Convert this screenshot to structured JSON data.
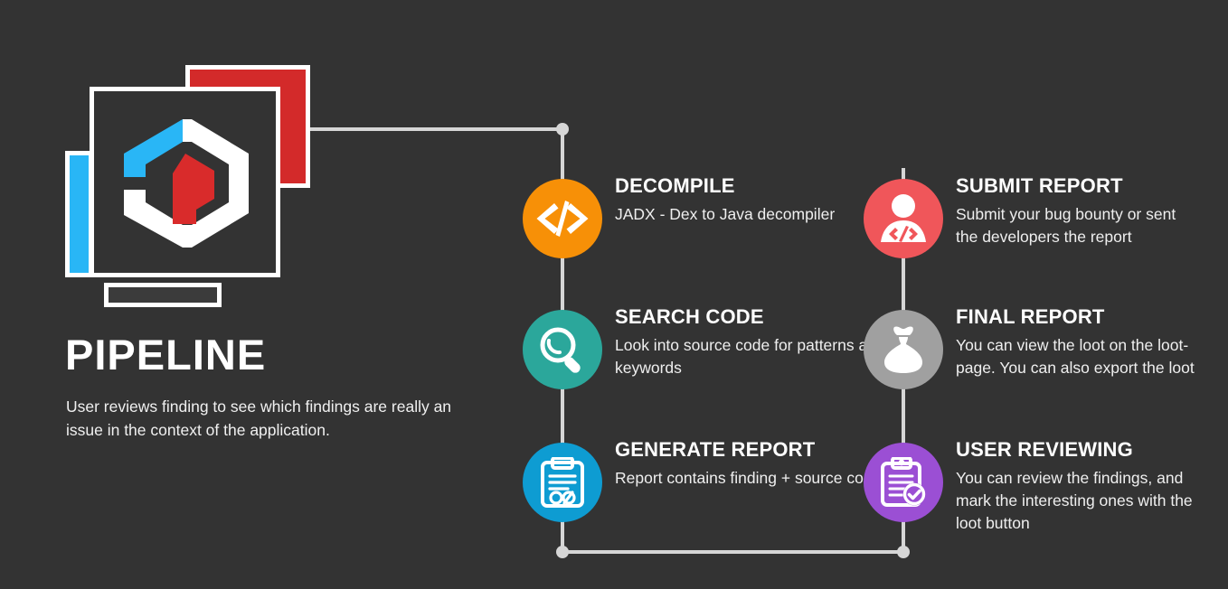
{
  "brand": {
    "title": "PIPELINE",
    "description": "User reviews finding to see which findings are really an issue in the context of the application.",
    "logo_icon": "hexagon-logo-icon",
    "colors": {
      "background": "#333333",
      "blue": "#29b6f6",
      "red": "#d32a2a",
      "white": "#ffffff",
      "connector": "#d6d6d6"
    }
  },
  "pipeline": {
    "connector_color": "#d6d6d6",
    "steps": [
      {
        "id": "decompile",
        "title": "DECOMPILE",
        "description": "JADX - Dex to Java decompiler",
        "icon": "code-tag-icon",
        "color": "#f79007",
        "column": "left",
        "order": 1
      },
      {
        "id": "search-code",
        "title": "SEARCH CODE",
        "description": "Look into source code for patterns and keywords",
        "icon": "magnifier-icon",
        "color": "#2ba79b",
        "column": "left",
        "order": 2
      },
      {
        "id": "generate-report",
        "title": "GENERATE REPORT",
        "description": "Report contains finding + source code",
        "icon": "clipboard-chart-icon",
        "color": "#0e9cd2",
        "column": "left",
        "order": 3
      },
      {
        "id": "submit-report",
        "title": "SUBMIT REPORT",
        "description": "Submit your bug bounty or sent the developers the report",
        "icon": "developer-person-icon",
        "color": "#f0565a",
        "column": "right",
        "order": 4
      },
      {
        "id": "final-report",
        "title": "FINAL REPORT",
        "description": "You can view the loot on the loot-page. You can also export the loot",
        "icon": "loot-bag-icon",
        "color": "#a0a0a0",
        "column": "right",
        "order": 5
      },
      {
        "id": "user-reviewing",
        "title": "USER REVIEWING",
        "description": "You can review the findings, and mark the interesting ones with the loot button",
        "icon": "clipboard-check-icon",
        "color": "#9b4fd4",
        "column": "right",
        "order": 6
      }
    ]
  }
}
